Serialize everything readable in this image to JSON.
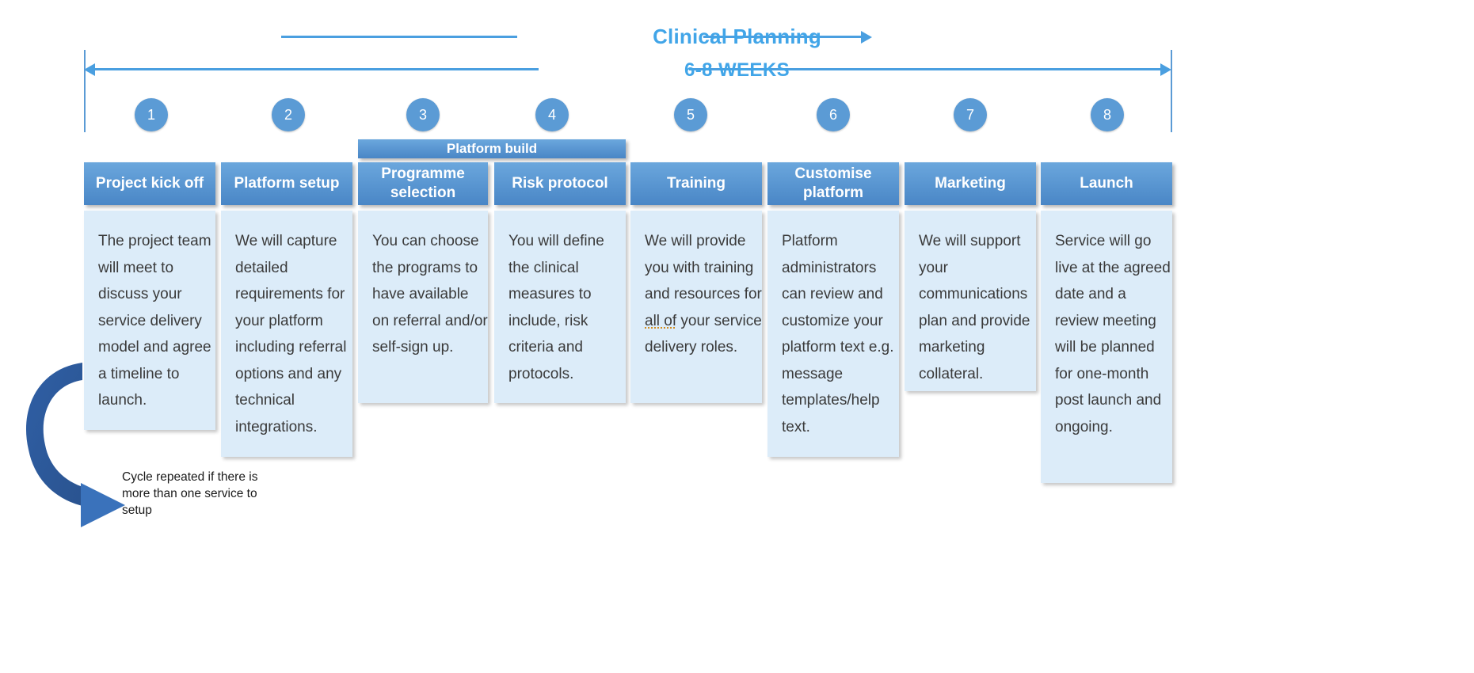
{
  "timeline": {
    "phase_label": "Clinical Planning",
    "duration_label": "6-8 WEEKS",
    "accent_color": "#41a5e8",
    "rule_color": "#4a9fe0",
    "circle_color": "#5b9bd5",
    "header_color": "#4986c6",
    "body_color": "#dcecf9",
    "arrow_color": "#2e5fa3",
    "spellcheck_color": "#d08b1d"
  },
  "group_banner": {
    "label": "Platform build",
    "spans_steps": [
      3,
      4
    ]
  },
  "steps": [
    {
      "number": "1",
      "title": "Project kick off",
      "body": "The project team will meet to discuss your service delivery model and agree a timeline to launch."
    },
    {
      "number": "2",
      "title": "Platform setup",
      "body": "We will capture detailed requirements for your platform including referral options and any technical integrations."
    },
    {
      "number": "3",
      "title": "Programme selection",
      "body": "You can choose the programs to have available on referral and/or self-sign up."
    },
    {
      "number": "4",
      "title": "Risk protocol",
      "body": "You will define the clinical measures to include, risk criteria and protocols."
    },
    {
      "number": "5",
      "title": "Training",
      "body_pre": "We will provide you with training and resources for ",
      "body_flagged": "all of",
      "body_post": " your service delivery roles."
    },
    {
      "number": "6",
      "title": "Customise platform",
      "body": "Platform administrators can review and customize your platform text e.g. message templates/help text."
    },
    {
      "number": "7",
      "title": "Marketing",
      "body": "We will support your communications plan and provide marketing collateral."
    },
    {
      "number": "8",
      "title": "Launch",
      "body": "Service will go live at the agreed date and a review meeting will be planned for one-month post launch and ongoing."
    }
  ],
  "annotation": {
    "caption": "Cycle repeated if there is\nmore than one service to\nsetup",
    "icon": "curved-arrow-right"
  }
}
